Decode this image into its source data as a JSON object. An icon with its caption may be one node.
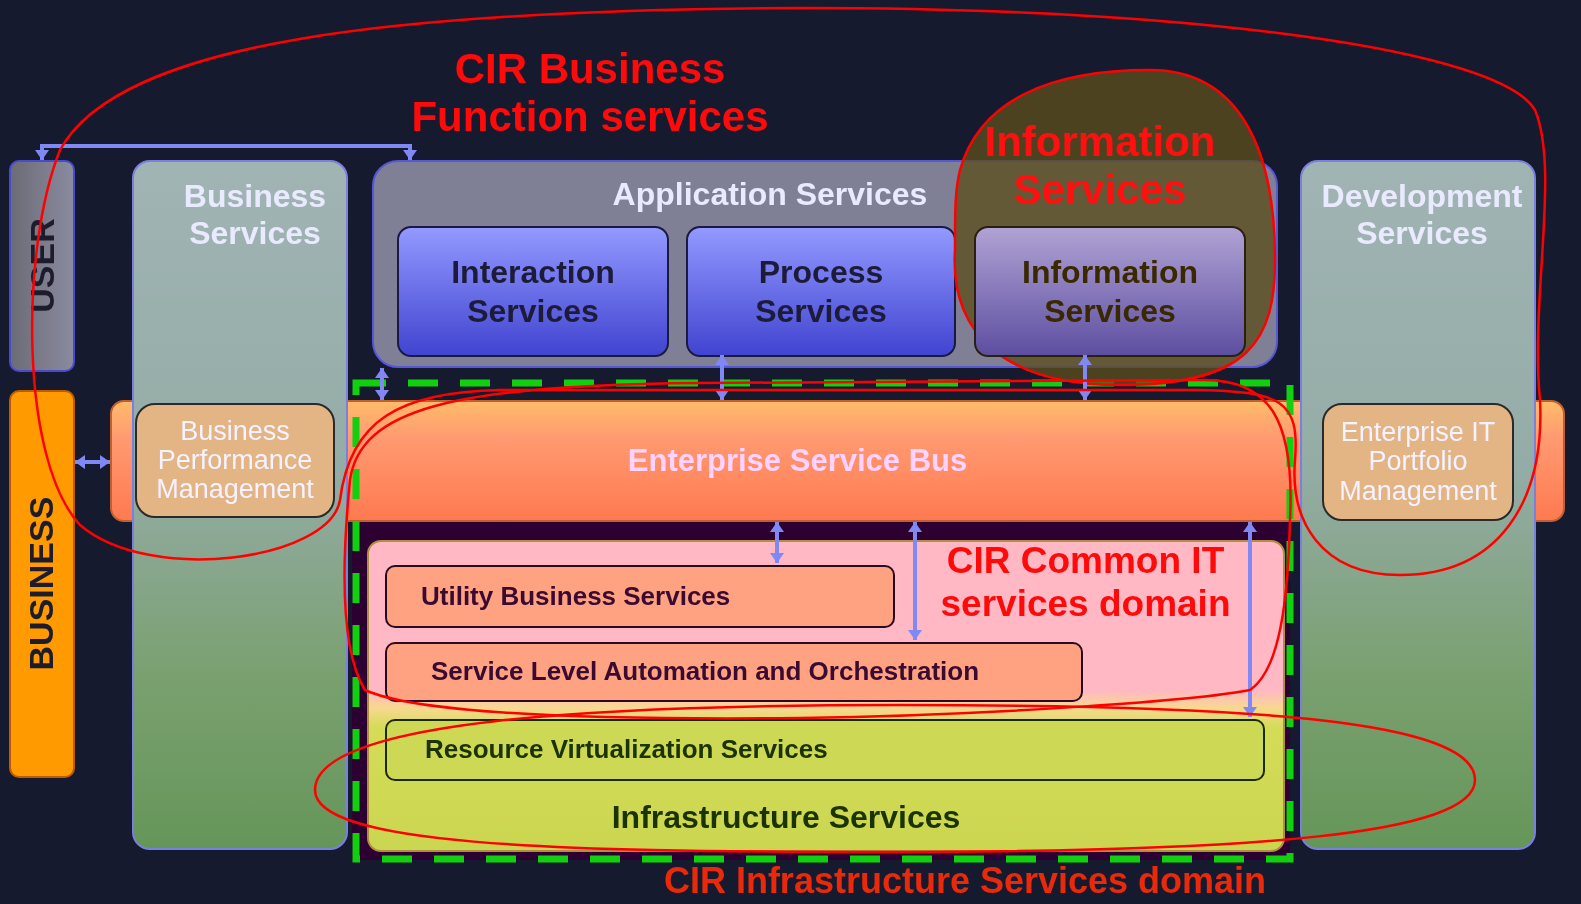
{
  "diagram": {
    "nodes": [
      {
        "text": [
          "USER"
        ]
      },
      {
        "text": [
          "BUSINESS"
        ]
      },
      {
        "text": [
          "Business Services"
        ]
      },
      {
        "text": [
          "Business Performance Management"
        ]
      },
      {
        "text": [
          "Application Services"
        ]
      },
      {
        "text": [
          "Interaction Services"
        ],
        "in": 4
      },
      {
        "text": [
          "Process Services"
        ],
        "in": 4
      },
      {
        "text": [
          "Information Services"
        ],
        "in": 4
      },
      {
        "text": [
          "Enterprise Service Bus"
        ]
      },
      {
        "text": [
          "Development Services"
        ]
      },
      {
        "text": [
          "Enterprise IT Portfolio Management"
        ]
      },
      {
        "text": [
          "Infrastructure Services"
        ]
      },
      {
        "text": [
          "Utility Business Services"
        ],
        "in": 11
      },
      {
        "text": [
          "Service Level Automation and Orchestration"
        ],
        "in": 11
      },
      {
        "text": [
          "Resource Virtualization Services"
        ],
        "in": 11
      }
    ],
    "edges": [
      {
        "from": 0,
        "to": 4,
        "arrow": "both"
      },
      {
        "from": 1,
        "to": 8,
        "arrow": "both"
      },
      {
        "from": 4,
        "to": 8,
        "arrow": "both"
      },
      {
        "from": 6,
        "to": 8,
        "arrow": "both"
      },
      {
        "from": 7,
        "to": 8,
        "arrow": "both"
      },
      {
        "from": 8,
        "to": 12,
        "arrow": "both"
      },
      {
        "from": 8,
        "to": 13,
        "arrow": "both"
      },
      {
        "from": 8,
        "to": 14,
        "arrow": "both"
      }
    ],
    "labels": [
      "CIR Business Function services",
      "Information Services",
      "CIR Common IT services domain",
      "CIR Infrastructure Services domain"
    ]
  }
}
